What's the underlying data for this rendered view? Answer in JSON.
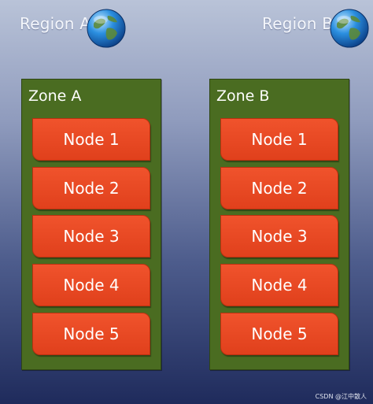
{
  "regions": [
    {
      "label": "Region A",
      "zone": {
        "label": "Zone A",
        "nodes": [
          "Node 1",
          "Node 2",
          "Node 3",
          "Node 4",
          "Node 5"
        ]
      }
    },
    {
      "label": "Region B",
      "zone": {
        "label": "Zone B",
        "nodes": [
          "Node 1",
          "Node 2",
          "Node 3",
          "Node 4",
          "Node 5"
        ]
      }
    }
  ],
  "watermark": "CSDN @江中散人",
  "colors": {
    "zone_fill": "#4a6c21",
    "node_fill": "#e8481f",
    "globe": "#1f7fd0"
  },
  "icons": {
    "region": "globe-icon"
  }
}
